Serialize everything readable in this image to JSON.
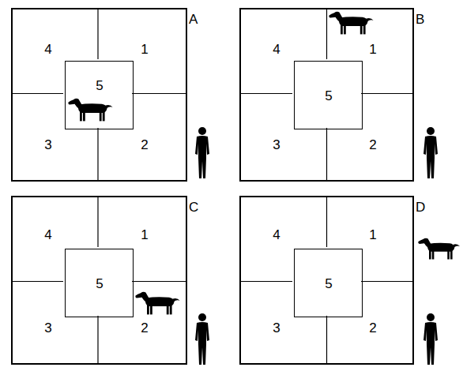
{
  "diagram": {
    "nodes": [
      {
        "text": [
          "A"
        ]
      },
      {
        "text": [
          "5"
        ],
        "in": 0
      },
      {
        "text": [
          "B"
        ]
      },
      {
        "text": [
          "5"
        ],
        "in": 2
      },
      {
        "text": [
          "C"
        ]
      },
      {
        "text": [
          "5"
        ],
        "in": 4
      },
      {
        "text": [
          "D"
        ]
      },
      {
        "text": [
          "5"
        ],
        "in": 6
      }
    ],
    "labels": [
      "4",
      "1",
      "3",
      "2",
      "4",
      "1",
      "3",
      "2",
      "4",
      "1",
      "3",
      "2",
      "4",
      "1",
      "3",
      "2"
    ]
  }
}
